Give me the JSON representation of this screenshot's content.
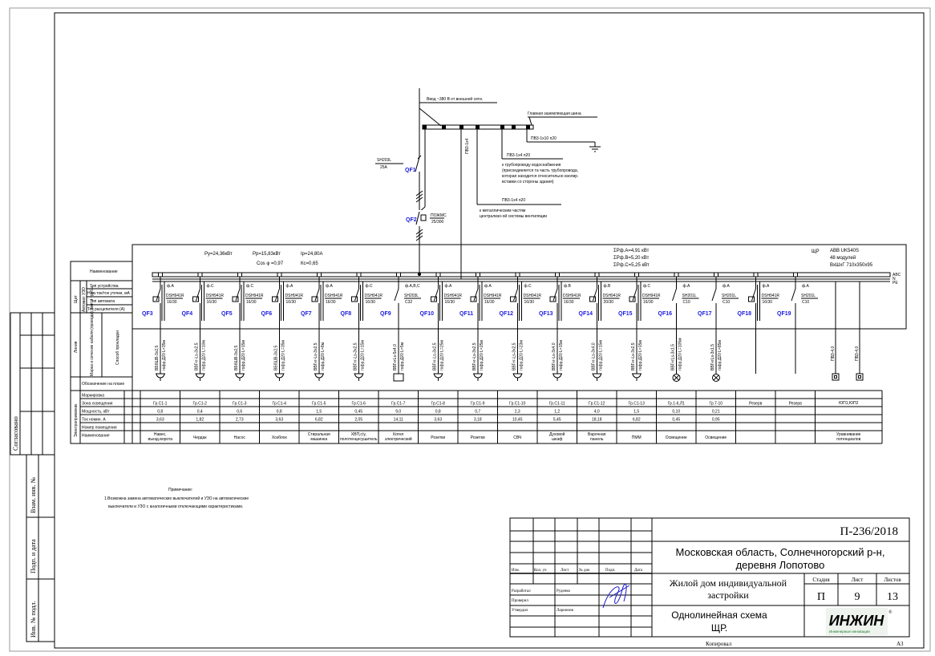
{
  "input": {
    "supply": "Ввод ~380 В от внешней сети.",
    "main_breaker": {
      "label": "QF1",
      "type": "SH203L",
      "rating": "25A"
    },
    "rcd": {
      "label": "QF2",
      "type": "ПОЖМС",
      "rating": "25/300"
    },
    "ground_bus": "Главная заземляющая шина",
    "ground_cable": "ПВ3-1х10 п20",
    "riser_cable": "ПВ3-1х4",
    "pipe_cable": "ПВ3-1х4 п20",
    "pipe_note": [
      "к трубопроводу водоснабжения",
      "(присоединяется та часть трубопровода,",
      "которая находится относительно изолир.",
      "вставки со стороны здания)"
    ],
    "vent_cable": "ПВ3-1х4 п20",
    "vent_note": [
      "к металлическим частям",
      "централизо-ой системы вентиляции"
    ]
  },
  "panel": {
    "py": "Ру=24,36кВт",
    "pp": "Рр=15,83кВт",
    "ip": "Iр=24,80А",
    "cos": "Cos φ =0,97",
    "kc": "Кс=0,65",
    "phase_a": "ΣPф.A=4,91  кВт",
    "phase_b": "ΣPф.B=5,20  кВт",
    "phase_c": "ΣPф.C=5,25  кВт",
    "name": "ЩР",
    "model": "ABB UK540S",
    "modules": "48 модулей",
    "size": "ВхШхГ 710х350х95",
    "bus_labels": [
      "ABC",
      "N",
      "PE"
    ]
  },
  "left_header": {
    "name": "Наименование",
    "shield": "Щит",
    "rcd": "УЗО",
    "rcd_type": "Тип устройства",
    "rcd_current": "Ном.ток/ток утечки, мА",
    "breaker": "Автомат",
    "breaker_type": "Тип автомата",
    "breaker_current": "Ток расцепителя (А)",
    "line": "Линия",
    "cable": "Марка и сечение кабеля (провода), мм² и трубы",
    "route": "Способ прокладки",
    "consumer": "Электроприемник",
    "plan_mark": "Обозначение на плане"
  },
  "table_rows": [
    "Маркировка",
    "Зона освещения",
    "Мощность, кВт",
    "Ток номин. А",
    "Номер помещения",
    "Наименование"
  ],
  "feeders": [
    {
      "qf": "QF3",
      "phase": "ф.A",
      "device": "DSH941R",
      "rating": "16/30",
      "cable": "ВБбШВ-3х2,5",
      "route": "гофр.Д20 L=35м",
      "symbol": "socket",
      "group": "Гр.С1-1",
      "power": "0,8",
      "current": "3,63",
      "name": [
        "Навес,",
        "въезд.ворота"
      ]
    },
    {
      "qf": "QF4",
      "phase": "ф.C",
      "device": "DSH941R",
      "rating": "16/30",
      "cable": "ВВГнг-Ls-3х2,5",
      "route": "гофр.Д20 L=10м",
      "symbol": "socket",
      "group": "Гр.С1-2",
      "power": "0,4",
      "current": "1,82",
      "name": [
        "Чердак"
      ]
    },
    {
      "qf": "QF5",
      "phase": "ф.C",
      "device": "DSH941R",
      "rating": "16/30",
      "cable": "ВБбШВ-3х2,5",
      "route": "гофр.Д20 L=15м",
      "symbol": "socket",
      "group": "Гр.С1-3",
      "power": "0,6",
      "current": "2,73",
      "name": [
        "Насос"
      ]
    },
    {
      "qf": "QF6",
      "phase": "ф.A",
      "device": "DSH941R",
      "rating": "16/30",
      "cable": "ВБбШВ-3х2,5",
      "route": "гофр.Д20 L=35м",
      "symbol": "socket",
      "group": "Гр.С1-4",
      "power": "0,8",
      "current": "3,63",
      "name": [
        "Хозблок"
      ]
    },
    {
      "qf": "QF7",
      "phase": "ф.A",
      "device": "DSH941R",
      "rating": "16/30",
      "cable": "ВВГнг-Ls-3х2,5",
      "route": "гофр.Д20 L=8м",
      "symbol": "socket",
      "group": "Гр.С1-5",
      "power": "1,5",
      "current": "6,82",
      "name": [
        "Стиральная",
        "машинка"
      ]
    },
    {
      "qf": "QF8",
      "phase": "ф.C",
      "device": "DSH941R",
      "rating": "16/30",
      "cable": "ВВГнг-Ls-3х2,5",
      "route": "гофр.Д20 L=15м",
      "symbol": "socket",
      "group": "Гр.С1-6",
      "power": "0,45",
      "current": "2,05",
      "name": [
        "ХВП,с/у,",
        "полотенцесушитель"
      ]
    },
    {
      "qf": "QF9",
      "phase": "ф.A,B,C",
      "device": "SH203L",
      "rating": "C32",
      "cable": "ВВГнгLs-5х4,0",
      "route": "гофр.Д20 L=5м",
      "symbol": "boiler",
      "group": "Гр.С1-7",
      "power": "9,0",
      "current": "14,11",
      "name": [
        "Котел",
        "электрический"
      ]
    },
    {
      "qf": "QF10",
      "phase": "ф.A",
      "device": "DSH941R",
      "rating": "16/30",
      "cable": "ВВГнг-Ls-3х2,5",
      "route": "гофр.Д20 L=25м",
      "symbol": "socket",
      "group": "Гр.С1-8",
      "power": "0,8",
      "current": "3,63",
      "name": [
        "Розетки"
      ]
    },
    {
      "qf": "QF11",
      "phase": "ф.A",
      "device": "DSH941R",
      "rating": "16/30",
      "cable": "ВВГнг-Ls-3х2,5",
      "route": "гофр.Д20 L=25м",
      "symbol": "socket",
      "group": "Гр.С1-9",
      "power": "0,7",
      "current": "3,18",
      "name": [
        "Розетки"
      ]
    },
    {
      "qf": "QF12",
      "phase": "ф.C",
      "device": "DSH941R",
      "rating": "16/30",
      "cable": "ВВГнг-Ls-3х2,5",
      "route": "гофр.Д20 L=23м",
      "symbol": "socket",
      "group": "Гр.С1-10",
      "power": "2,3",
      "current": "10,45",
      "name": [
        "СВЧ"
      ]
    },
    {
      "qf": "QF13",
      "phase": "ф.B",
      "device": "DSH941R",
      "rating": "16/30",
      "cable": "ВВГнг-Ls-3х4,0",
      "route": "гофр.Д20 L=15м",
      "symbol": "socket",
      "group": "Гр.С1-11",
      "power": "1,2",
      "current": "5,45",
      "name": [
        "Духовой",
        "шкаф"
      ]
    },
    {
      "qf": "QF14",
      "phase": "ф.B",
      "device": "DSH941R",
      "rating": "20/30",
      "cable": "ВВГнг-Ls-3х4,0",
      "route": "гофр.Д20 L=15м",
      "symbol": "socket",
      "group": "Гр.С1-12",
      "power": "4,0",
      "current": "18,18",
      "name": [
        "Варочная",
        "панель"
      ]
    },
    {
      "qf": "QF15",
      "phase": "ф.C",
      "device": "DSH941R",
      "rating": "16/30",
      "cable": "ВВГнг-Ls-3х2,5",
      "route": "гофр.Д20 L=15м",
      "symbol": "socket",
      "group": "Гр.С1-13",
      "power": "1,5",
      "current": "6,82",
      "name": [
        "ПММ"
      ]
    },
    {
      "qf": "QF16",
      "phase": "ф.A",
      "device": "SH201L",
      "rating": "C10",
      "cable": "ВВГнгLs-3х1,5",
      "route": "гофр.Д20 L=105м",
      "symbol": "light",
      "group": "Гр.1-6,Л1",
      "power": "0,10",
      "current": "0,45",
      "name": [
        "Освещение"
      ]
    },
    {
      "qf": "QF17",
      "phase": "ф.A",
      "device": "SH201L",
      "rating": "C10",
      "cable": "ВВГнгLs-3х1,5",
      "route": "гофр.Д20 L=85м",
      "symbol": "light",
      "group": "Гр.7-10",
      "power": "0,21",
      "current": "0,95",
      "name": [
        "Освещение"
      ]
    },
    {
      "qf": "QF18",
      "phase": "ф.A",
      "device": "DSH941R",
      "rating": "16/30",
      "cable": "",
      "route": "",
      "symbol": "none",
      "group": "Резерв",
      "power": "",
      "current": "",
      "name": []
    },
    {
      "qf": "QF19",
      "phase": "ф.A",
      "device": "SH201L",
      "rating": "C10",
      "cable": "",
      "route": "",
      "symbol": "none",
      "group": "Резерв",
      "power": "",
      "current": "",
      "name": []
    }
  ],
  "equipotential": {
    "cables": [
      "ПВ3-4,0",
      "ПВ3-4,0"
    ],
    "group": "ЮП1,ЮП2",
    "name": [
      "Уравнивание",
      "потенциалов"
    ]
  },
  "notes": {
    "title": "Примечание:",
    "lines": [
      "1.Возможна замена автоматических выключателей и УЗО на автоматические",
      "выключатели и УЗО с аналогичными отключающими характеристиками."
    ]
  },
  "margin": {
    "agreed": "Согласовано",
    "replace": "Взам. инв. №",
    "sign_date": "Подп. и дата",
    "inv": "Инв. № подл."
  },
  "title_block": {
    "code": "П-236/2018",
    "address": [
      "Московская область, Солнечногорский р-н,",
      "деревня Лопотово"
    ],
    "object": [
      "Жилой дом индивидуальной",
      "застройки"
    ],
    "sheet_name": [
      "Однолинейная схема",
      "ЩР."
    ],
    "headers": [
      "Изм.",
      "Кол. уч",
      "Лист",
      "№ док",
      "Подп.",
      "Дата"
    ],
    "roles": [
      {
        "role": "Разработал",
        "name": "Руденко"
      },
      {
        "role": "Проверил",
        "name": ""
      },
      {
        "role": "Утвердил",
        "name": "Ларионов"
      }
    ],
    "stage_label": "Стадия",
    "sheet_label": "Лист",
    "sheets_label": "Листов",
    "stage": "П",
    "sheet": "9",
    "sheets": "13",
    "logo": "ИНЖИН",
    "logo_sub": "Инженерные инновации",
    "copied": "Копировал",
    "format": "A3",
    "logo_color": "#1b7a2b"
  }
}
